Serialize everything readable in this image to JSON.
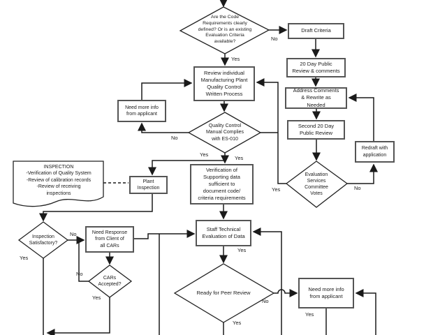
{
  "title": "Evaluation process flowchart",
  "colors": {
    "background": "#ffffff",
    "line": "#1a1a1a",
    "box_border": "#555555",
    "text": "#1a1a1a"
  },
  "nodes": {
    "start_decision": {
      "label": "Are the Code\nRequirements clearly\ndefined? Or is an existing\nEvaluation Criteria\navailable?"
    },
    "draft_criteria": {
      "label": "Draft Criteria"
    },
    "public_review_20day": {
      "label": "20 Day Public\nReview & comments"
    },
    "address_comments": {
      "label": "Address Comments\n& Rewrite as\nNeeded"
    },
    "second_review": {
      "label": "Second 20 Day\nPublic Review"
    },
    "redraft": {
      "label": "Redraft with\napplication"
    },
    "committee_votes": {
      "label": "Evaluation\nServices\nCommittee\nVotes"
    },
    "review_plant": {
      "label": "Review individual\nManufacturing Plant\nQuality Control\nWritten Process"
    },
    "qc_manual": {
      "label": "Quality Control\nManual Complies\nwith ES-010"
    },
    "need_info_1": {
      "label": "Need more info\nfrom applicant"
    },
    "inspection_doc": {
      "label": "INSPECTION\n-Verification of Quality System\n-Review of calibration records\n-Review of receiving\ninspections"
    },
    "plant_inspection": {
      "label": "Plant\nInspection"
    },
    "verification": {
      "label": "Verification of\nSupporting data\nsufficient to\ndocument code/\ncriteria requirements"
    },
    "staff_eval": {
      "label": "Staff Technical\nEvaluation of Data"
    },
    "inspection_satisfactory": {
      "label": "Inspection\nSatisfactory?"
    },
    "need_response": {
      "label": "Need Response\nfrom Client of\nall CARs"
    },
    "cars_accepted": {
      "label": "CARs\nAccepted?"
    },
    "ready_peer": {
      "label": "Ready for Peer Review"
    },
    "need_info_2": {
      "label": "Need more info\nfrom applicant"
    }
  },
  "edge_labels": {
    "start_no": "No",
    "start_yes": "Yes",
    "qc_no": "No",
    "qc_yes_left": "Yes",
    "qc_yes_down": "Yes",
    "committee_yes": "Yes",
    "committee_no": "No",
    "inspection_yes": "Yes",
    "inspection_no": "No",
    "cars_no": "No",
    "cars_yes": "Yes",
    "staff_yes": "Yes",
    "ready_no": "No",
    "ready_yes": "Yes",
    "need_info_2_yes": "Yes"
  }
}
